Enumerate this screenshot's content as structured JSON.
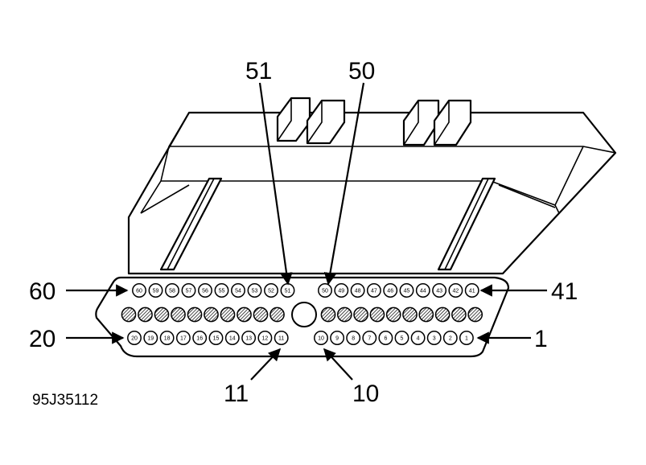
{
  "figure_ref": "95J35112",
  "callouts": {
    "pin_51": "51",
    "pin_50": "50",
    "pin_60": "60",
    "pin_41": "41",
    "pin_20": "20",
    "pin_1": "1",
    "pin_11": "11",
    "pin_10": "10"
  },
  "pin_rows": {
    "top_left": [
      "60",
      "59",
      "58",
      "57",
      "56",
      "55",
      "54",
      "53",
      "52",
      "51"
    ],
    "top_right": [
      "50",
      "49",
      "48",
      "47",
      "46",
      "45",
      "44",
      "43",
      "42",
      "41"
    ],
    "bottom_left": [
      "20",
      "19",
      "18",
      "17",
      "16",
      "15",
      "14",
      "13",
      "12",
      "11"
    ],
    "bottom_right": [
      "10",
      "9",
      "8",
      "7",
      "6",
      "5",
      "4",
      "3",
      "2",
      "1"
    ]
  },
  "middle_row": {
    "left_count": 10,
    "right_count": 10
  }
}
